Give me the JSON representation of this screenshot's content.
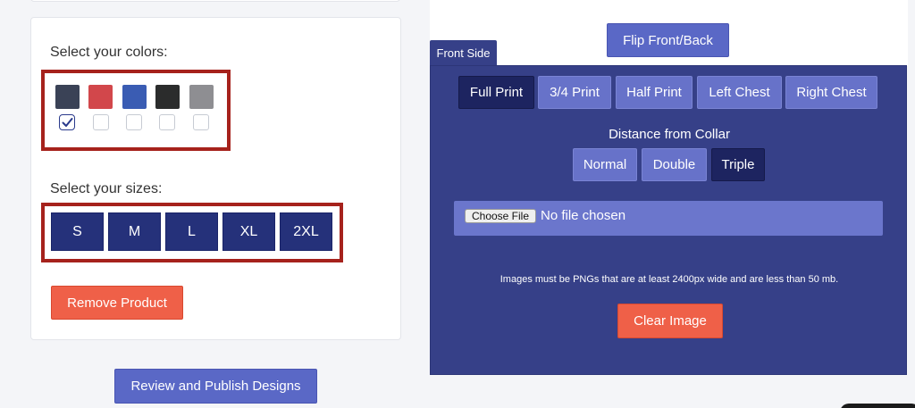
{
  "left": {
    "colors_label": "Select your colors:",
    "colors": [
      {
        "name": "navy-gray",
        "hex": "#3a4256",
        "checked": true
      },
      {
        "name": "red",
        "hex": "#d2474b",
        "checked": false
      },
      {
        "name": "blue",
        "hex": "#3a5cb3",
        "checked": false
      },
      {
        "name": "black",
        "hex": "#2b2c2c",
        "checked": false
      },
      {
        "name": "gray",
        "hex": "#8e8e92",
        "checked": false
      }
    ],
    "sizes_label": "Select your sizes:",
    "sizes": [
      "S",
      "M",
      "L",
      "XL",
      "2XL"
    ],
    "remove_label": "Remove Product",
    "review_label": "Review and Publish Designs"
  },
  "right": {
    "flip_label": "Flip Front/Back",
    "tab_label": "Front Side",
    "placements": [
      {
        "label": "Full Print",
        "selected": true
      },
      {
        "label": "3/4 Print",
        "selected": false
      },
      {
        "label": "Half Print",
        "selected": false
      },
      {
        "label": "Left Chest",
        "selected": false
      },
      {
        "label": "Right Chest",
        "selected": false
      }
    ],
    "distance_label": "Distance from Collar",
    "distances": [
      {
        "label": "Normal",
        "selected": false
      },
      {
        "label": "Double",
        "selected": false
      },
      {
        "label": "Triple",
        "selected": true
      }
    ],
    "choose_file_label": "Choose File",
    "no_file_text": "No file chosen",
    "images_note": "Images must be PNGs that are at least 2400px wide and are less than 50 mb.",
    "clear_label": "Clear Image"
  },
  "colors": {
    "accent": "#5a68c6",
    "panel": "#364088",
    "danger": "#ef6048",
    "highlight_border": "#a6221c"
  }
}
